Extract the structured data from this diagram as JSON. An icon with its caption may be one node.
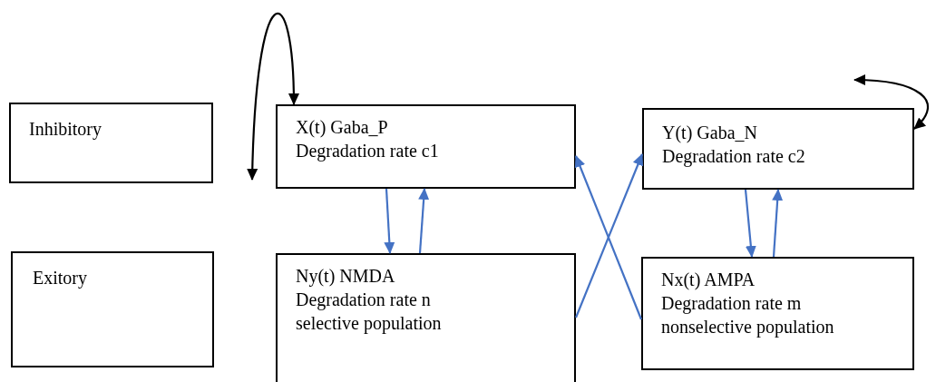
{
  "diagram": {
    "nodes": [
      {
        "text": [
          "Inhibitory"
        ]
      },
      {
        "text": [
          "X(t) Gaba_P",
          "Degradation rate c1"
        ]
      },
      {
        "text": [
          "Y(t) Gaba_N",
          "Degradation rate c2"
        ]
      },
      {
        "text": [
          "Exitory"
        ]
      },
      {
        "text": [
          "Ny(t) NMDA",
          "Degradation rate n",
          "selective population"
        ]
      },
      {
        "text": [
          "Nx(t) AMPA",
          "Degradation rate m",
          "nonselective population"
        ]
      }
    ],
    "edges": [
      {
        "from": 1,
        "to": 4,
        "arrow": "to"
      },
      {
        "from": 4,
        "to": 1,
        "arrow": "to"
      },
      {
        "from": 2,
        "to": 5,
        "arrow": "to"
      },
      {
        "from": 5,
        "to": 2,
        "arrow": "to"
      },
      {
        "from": 4,
        "to": 2,
        "arrow": "to"
      },
      {
        "from": 5,
        "to": 1,
        "arrow": "to"
      },
      {
        "from": null,
        "to": 1,
        "arrow": "both",
        "color": "#000000"
      },
      {
        "from": null,
        "to": 2,
        "arrow": "both",
        "color": "#000000"
      }
    ]
  }
}
